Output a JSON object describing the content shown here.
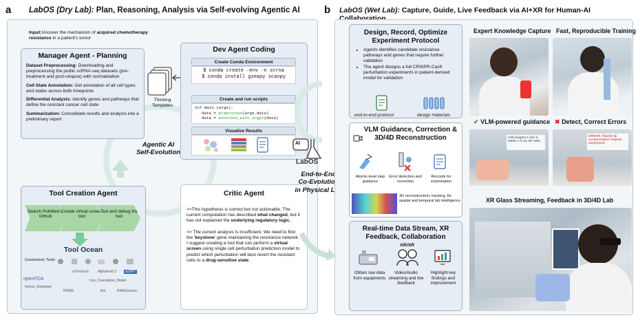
{
  "panel_a": {
    "letter": "a",
    "title_italic": "LabOS (Dry Lab):",
    "title_rest": " Plan, Reasoning, Analysis via Self-evolving Agentic AI",
    "input_label": "Input:",
    "input_text_1": "Uncover the mechanism of ",
    "input_text_bold": "acquired chemotherapy resistance",
    "input_text_2": " in a patient's tumor",
    "manager": {
      "title": "Manager Agent - Planning",
      "items": [
        {
          "head": "Dataset Preprocessing:",
          "text": " Downloading and preprocessing the public scRNA-seq datasets (pre-treatment and post-relapse) with normalization"
        },
        {
          "head": "Cell State Annotation:",
          "text": " Get annotation of all cell types and states across both timepoints"
        },
        {
          "head": "Differential Analysis:",
          "text": " Identify genes and pathways that define the resistant cancer cell state"
        },
        {
          "head": "Summarization:",
          "text": " Consolidate results and analysis into a preliminary report"
        }
      ]
    },
    "thinking_templates": "Thinking Templates",
    "dev": {
      "title": "Dev Agent Coding",
      "step1": "Create Conda Environment",
      "code1_l1": "$ conda create –env -n scrna",
      "code1_l2": "$ conda install gseapy scanpy",
      "step2": "Create and run scripts",
      "code2_l1a": "def ",
      "code2_l1b": "main",
      "code2_l1c": " (args):",
      "code2_l2a": "data = ",
      "code2_l2b": "preprocess",
      "code2_l2c": "(args.data)",
      "code2_l3a": "data = ",
      "code2_l3b": "annotate_with_scgpt",
      "code2_l3c": "(data)",
      "step3": "Visualize Results"
    },
    "self_evolution": "Agentic AI\nSelf-Evolution",
    "tool_creation": {
      "title": "Tool Creation Agent",
      "steps": [
        "Search PubMed & Github",
        "Create virtual screen tool",
        "Test and debug the tool"
      ],
      "ocean": "Tool Ocean",
      "logos": [
        "Customized_Tools",
        "openFDA",
        "Genes_Database",
        "scPerturb",
        "AlphaFold 3",
        "scGPT",
        "Uce_Foundation_Model",
        "Elo",
        "PRIDE",
        "RNAGenesis"
      ]
    },
    "critic": {
      "title": "Critic Agent",
      "p1_a": ">>This hypothesis is correct but not actionable. The current computation has described ",
      "p1_b": "what changed",
      "p1_c": ", but it has not explained the ",
      "p1_d": "underlying regulatory logic.",
      "p2_a": ">> The current analysis is insufficient. We need to find the '",
      "p2_b": "keystone",
      "p2_c": "' gene maintaining the resistance network. I suggest creating a tool that can perform a ",
      "p2_d": "virtual screen",
      "p2_e": " using single cell perturbation prediction model to predict which perturbation will best revert the resistant cells to a ",
      "p2_f": "drug-sensitive state",
      "p2_g": "."
    }
  },
  "center": {
    "logo_ai": "AI",
    "logo_name": "LabOS",
    "coevolution": "End-to-End\nCo-Evolution\nin Physical Lab"
  },
  "panel_b": {
    "letter": "b",
    "title_italic": "LabOS (Wet Lab):",
    "title_rest": " Capture, Guide, Live Feedback via AI+XR for Human-AI Collaboration",
    "design": {
      "title": "Design, Record, Optimize Experiment Protocol",
      "bullets": [
        "Agents identifies candidate resistance pathways and genes that require further validation",
        "The agent designs a full CRISPR-Cas9 perturbation experiments in patient-derived model for validation"
      ],
      "icon1": "end-to-end protocol",
      "icon2": "design materials"
    },
    "vlm": {
      "title": "VLM Guidance, Correction & 3D/4D Reconstruction",
      "icons": [
        "Atomic-level step guidance",
        "Error detection and correction",
        "Records for examination"
      ],
      "recon": "3D reconstruction, tracking, for spatial and temporal lab intelligence"
    },
    "stream": {
      "title": "Real-time Data Stream, XR Feedback, Collaboration",
      "arxr": "AR/XR",
      "icons": [
        "Obtain raw data from equipments",
        "Video/Audio streaming and live feedback",
        "Highlight key findings and improvement"
      ]
    },
    "photos": {
      "expert": "Expert Knowledge Capture",
      "training": "Fast, Reproducible Training",
      "vlm_guidance": "VLM-powered guidance",
      "detect": "Detect, Correct Errors",
      "xr": "XR Glass Streaming, Feedback in 3D/4D Lab",
      "overlay1": "Add reagent 1 into a sterile 1.5 mL EP tube.",
      "overlay2": "ERROR: Pipette tip contamination! Repeat experiment."
    }
  }
}
